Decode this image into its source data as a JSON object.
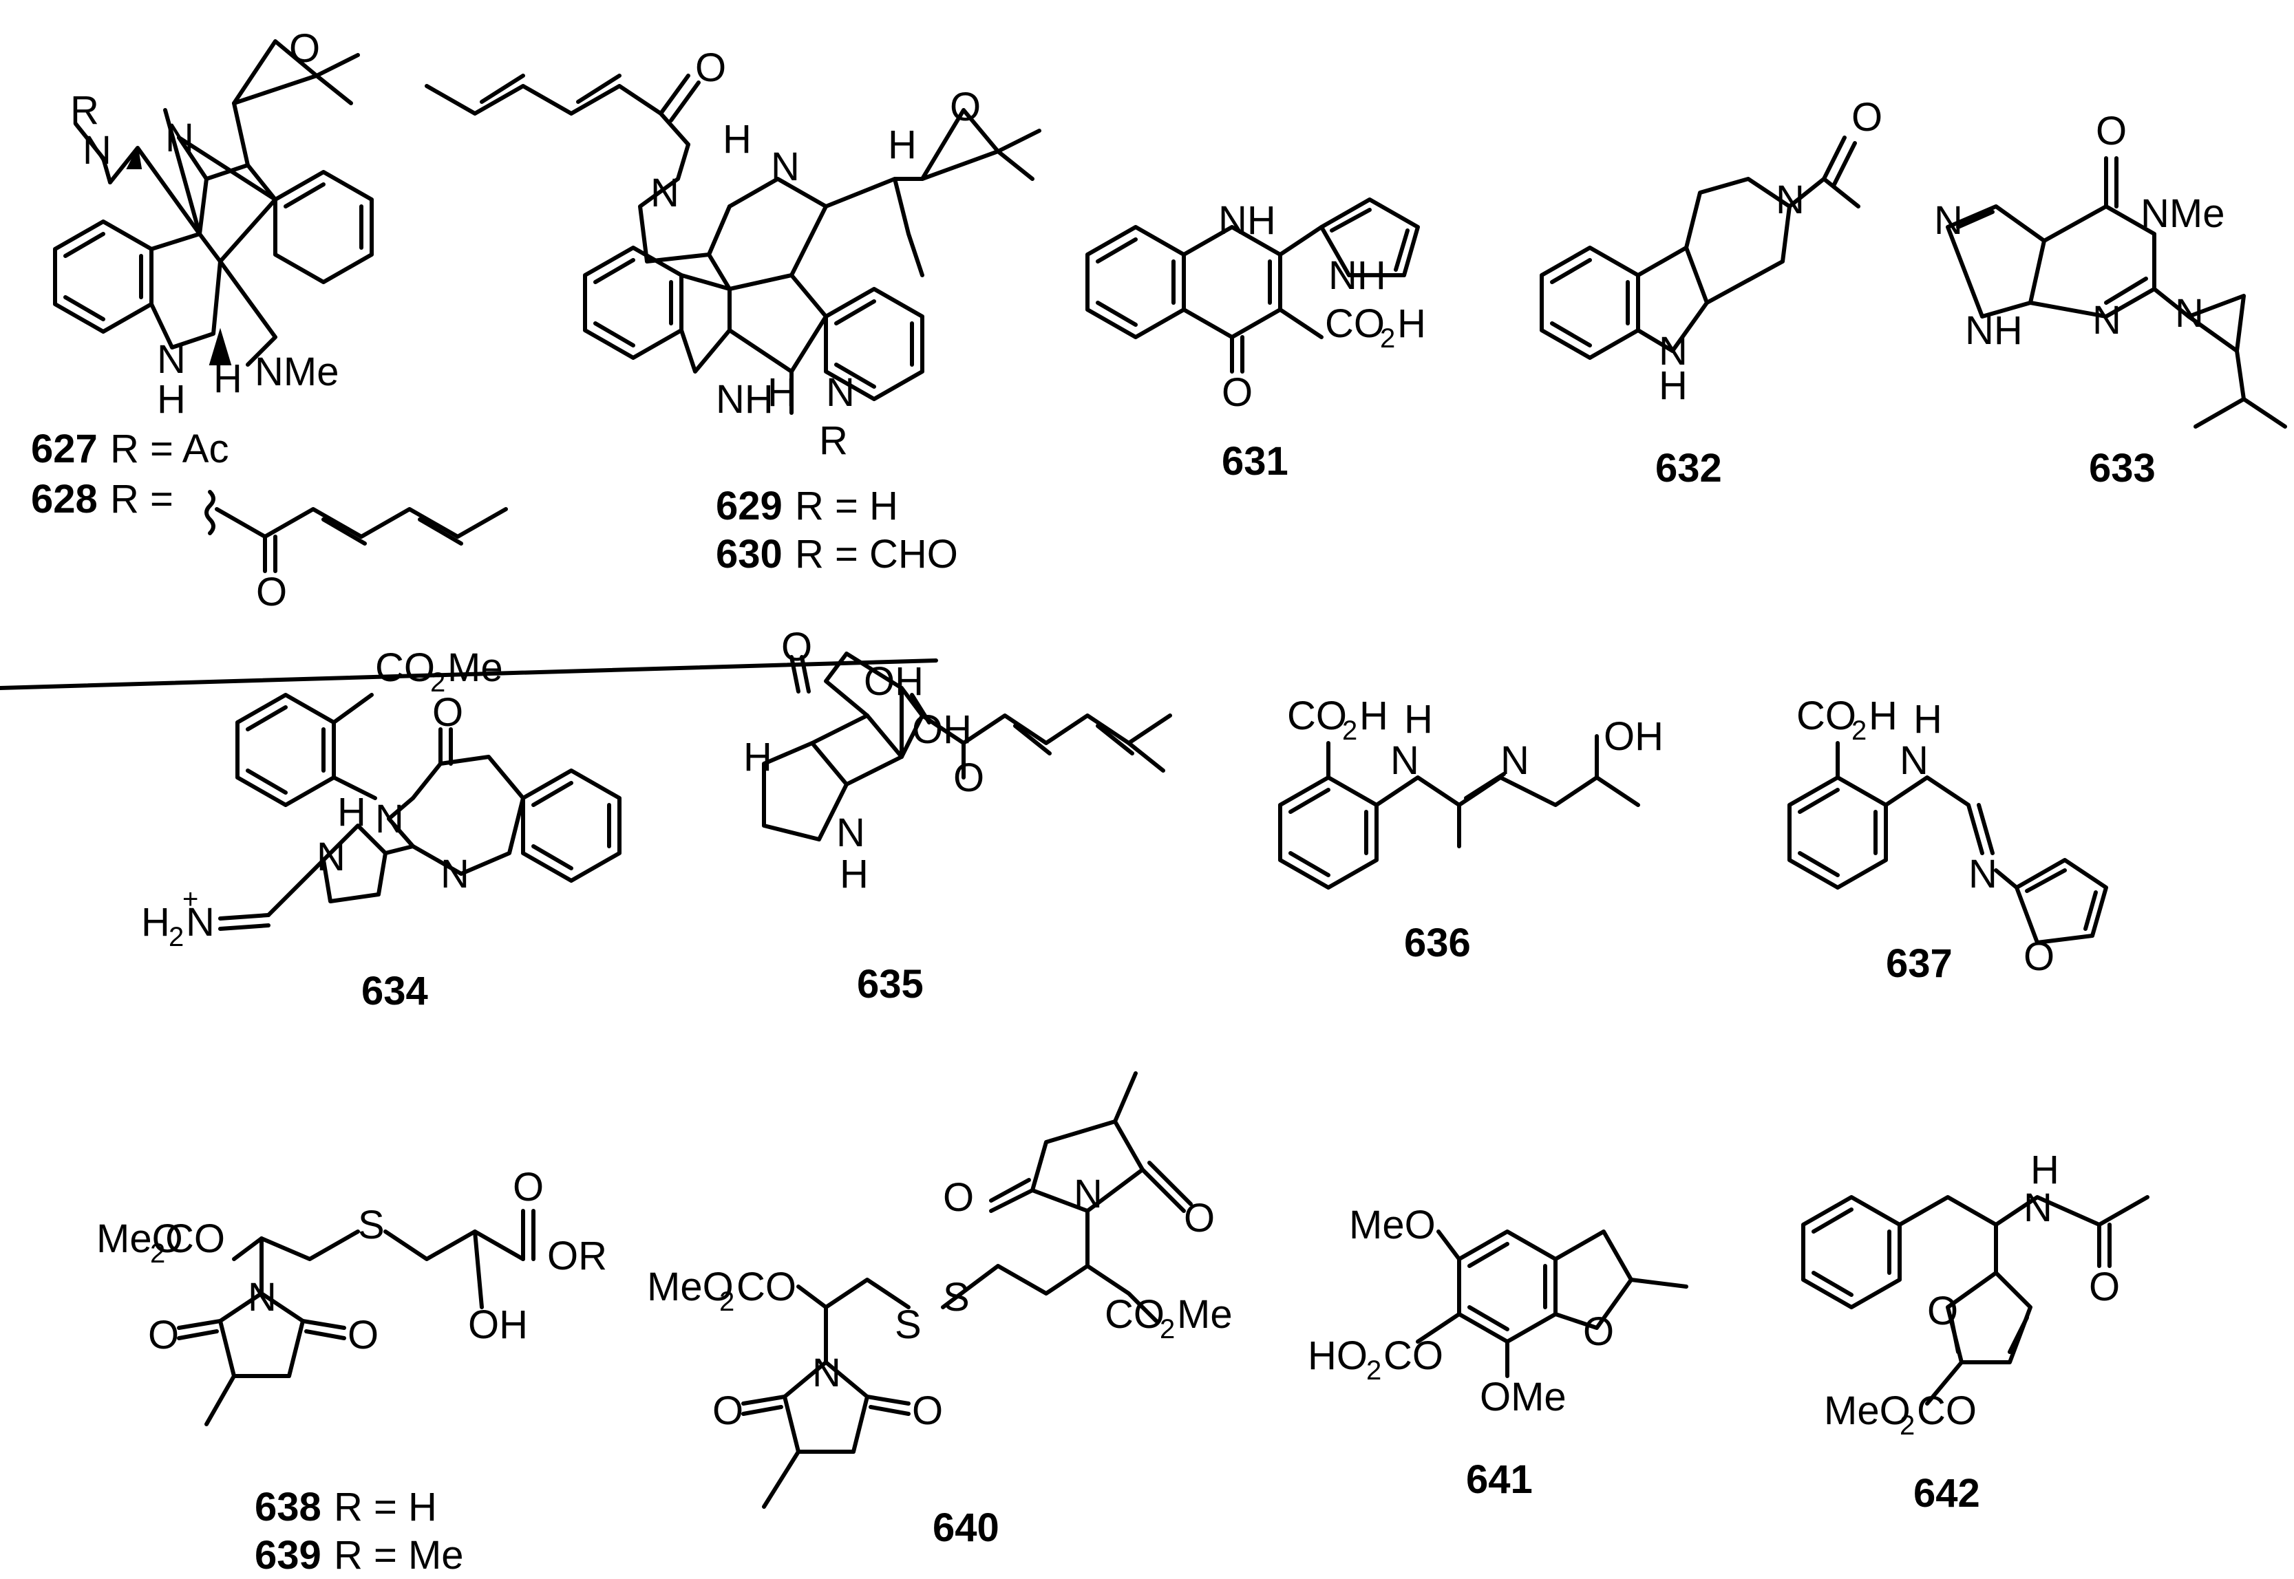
{
  "compounds": {
    "c627": {
      "number": "627",
      "r": "R = Ac"
    },
    "c628": {
      "number": "628",
      "r": "R ="
    },
    "c629": {
      "number": "629",
      "r": "R = H"
    },
    "c630": {
      "number": "630",
      "r": "R = CHO"
    },
    "c631": {
      "number": "631"
    },
    "c632": {
      "number": "632"
    },
    "c633": {
      "number": "633"
    },
    "c634": {
      "number": "634"
    },
    "c635": {
      "number": "635"
    },
    "c636": {
      "number": "636"
    },
    "c637": {
      "number": "637"
    },
    "c638": {
      "number": "638",
      "r": "R = H"
    },
    "c639": {
      "number": "639",
      "r": "R = Me"
    },
    "c640": {
      "number": "640"
    },
    "c641": {
      "number": "641"
    },
    "c642": {
      "number": "642"
    }
  },
  "atoms": {
    "R": "R",
    "N": "N",
    "NH": "NH",
    "NMe": "NMe",
    "H": "H",
    "O": "O",
    "OH": "OH",
    "OR": "OR",
    "OMe": "OMe",
    "MeO": "MeO",
    "S": "S",
    "CO": "CO",
    "MeOC": "MeO",
    "HOC": "HO",
    "H2N": "H",
    "two": "2",
    "Me": "Me",
    "plus": "+"
  }
}
